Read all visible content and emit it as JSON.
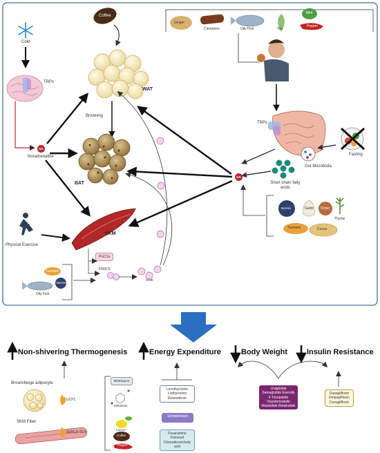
{
  "top": {
    "cold": "Cold",
    "trps_brain": "TRPs",
    "coffee": "Coffee",
    "wat": "WAT",
    "browning": "Browning",
    "bat": "BAT",
    "na": "NA",
    "noradrenaline": "Noradrenaline",
    "skm": "SKM",
    "physical_exercise": "Physical Exercise",
    "pgc1a": "PGC1α",
    "fndc5": "FNDC5",
    "irisin": "Irisin",
    "oily_fish_left": "Oily Fish",
    "turmeric_left": "Turmeric",
    "berries_left": "Berries",
    "foods_top": [
      "Ginger",
      "Cinnamon",
      "Oily Fish",
      "Tea",
      "Mint",
      "Pepper"
    ],
    "trps_gut": "TRPs",
    "gut_microbiota": "Gut Microbiota",
    "fasting": "Fasting",
    "scfa": "Short chain fatty acids",
    "foods_bottom": [
      "Berries",
      "Garlic",
      "Onion",
      "Thyme",
      "Turmeric",
      "Cocoa"
    ]
  },
  "bottom": {
    "nst_title": "Non-shivering Thermogenesis",
    "ee_title": "Energy Expenditure",
    "bw_title": "Body Weight",
    "ir_title": "Insulin Resistance",
    "brown_adipocyte": "Brown/beige adipocyte",
    "ucp1": "UCP1",
    "skm_fiber": "SKM Fiber",
    "serca": "SERCA-SLN",
    "drugs_nst": [
      "Mirabegron",
      "Melatonin",
      "Lemon",
      "Coffee",
      "Pepper"
    ],
    "thyroid_drugs": "Levothyroxine Liothyronine Resmetirom",
    "somatotropin": "Somatotropin",
    "fxr_drugs": "Fexaramine Farnesol Chenodeoxicholic acid",
    "glp1_drugs": "Liraglutide Semaglutide Exendin 4 Tirzepatide Oxyntomodulin Mazdutide Retatrutide",
    "sglt2_drugs": "Dapagliflozin Empagliflozin Canagliflozin"
  },
  "colors": {
    "frame": "#5b86ad",
    "big_arrow": "#2a6fc0",
    "na_dot": "#b7282e",
    "glp1_box": "#7a2670",
    "somatotropin_box": "#8c78c8"
  }
}
